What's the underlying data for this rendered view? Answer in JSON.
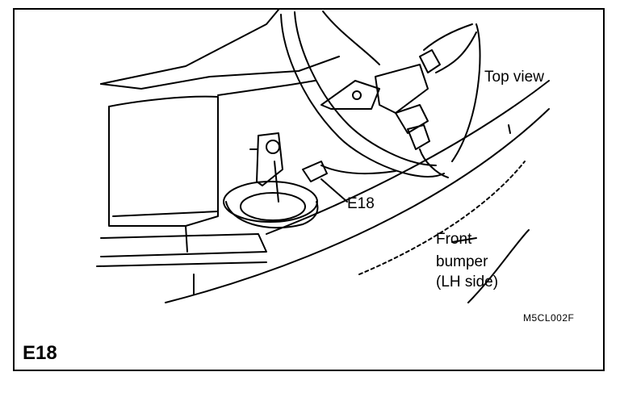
{
  "labels": {
    "top_view": "Top view",
    "connector_callout": "E18",
    "bumper_line1": "Front",
    "bumper_line2": "bumper",
    "bumper_line3": "(LH side)"
  },
  "figure_code": "M5CL002F",
  "connector_id": "E18"
}
